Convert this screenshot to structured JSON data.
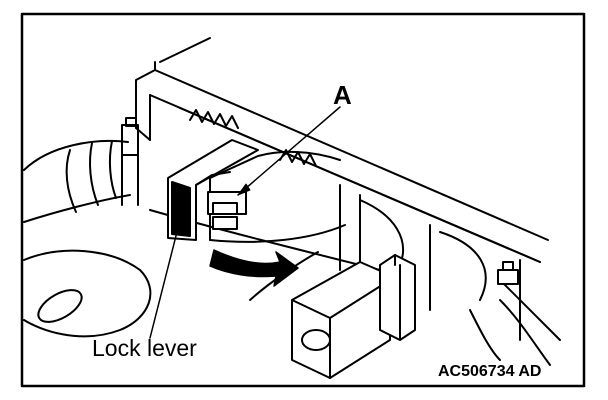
{
  "labels": {
    "callout_a": "A",
    "lock_lever": "Lock lever",
    "figure_code": "AC506734 AD"
  },
  "colors": {
    "ink": "#000000",
    "paper": "#ffffff"
  }
}
